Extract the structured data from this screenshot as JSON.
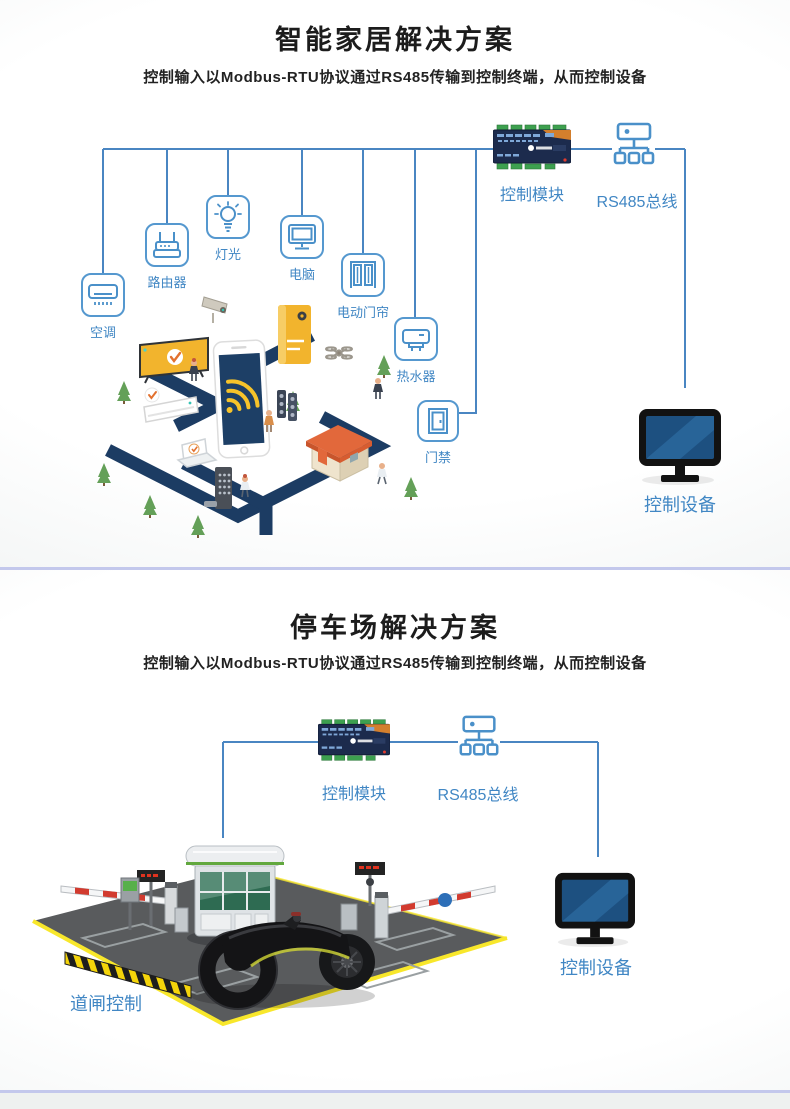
{
  "colors": {
    "accent_blue": "#4a8cc6",
    "label_blue": "#4187c4",
    "divider_lavender": "#c3c8ec",
    "title_dark": "#1c1c1c",
    "scene_navy": "#1c3c63",
    "scene_yellow": "#f2b42d",
    "module_navy": "#1c2b4d",
    "module_green": "#3da04f",
    "monitor_screen_blue": "#1d5080"
  },
  "sections": [
    {
      "title": "智能家居解决方案",
      "subtitle": "控制输入以Modbus-RTU协议通过RS485传输到控制终端，从而控制设备",
      "module_label": "控制模块",
      "bus_label": "RS485总线",
      "device_label": "控制设备",
      "devices": [
        {
          "label": "空调"
        },
        {
          "label": "路由器"
        },
        {
          "label": "灯光"
        },
        {
          "label": "电脑"
        },
        {
          "label": "电动门帘"
        },
        {
          "label": "热水器"
        },
        {
          "label": "门禁"
        }
      ]
    },
    {
      "title": "停车场解决方案",
      "subtitle": "控制输入以Modbus-RTU协议通过RS485传输到控制终端，从而控制设备",
      "module_label": "控制模块",
      "bus_label": "RS485总线",
      "device_label": "控制设备",
      "scene_label": "道闸控制"
    }
  ]
}
